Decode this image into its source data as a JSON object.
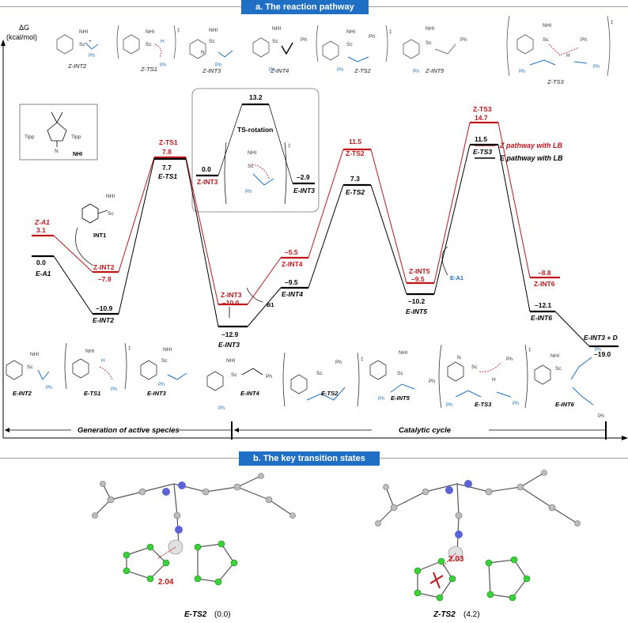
{
  "section_a": "a. The reaction pathway",
  "section_b": "b. The key transition states",
  "y_axis": {
    "line1": "ΔG",
    "line2": "(kcal/mol)"
  },
  "legend": {
    "z": "Z pathway with LB",
    "e": "E pathway with LB"
  },
  "colors": {
    "z": "#c0161a",
    "e": "#000000",
    "accent": "#1f6fc5",
    "green_atom": "#3ad13a"
  },
  "nhi_box": {
    "left": "Tipp",
    "right": "Tipp",
    "atom": "N",
    "caption": "NHI"
  },
  "inset": {
    "title": "TS-rotation",
    "top": "13.2",
    "left_val": "0.0",
    "left_name": "Z-INT3",
    "right_val": "–2.9",
    "right_name": "E-INT3"
  },
  "int1": "INT1",
  "b1": "B1",
  "ea1_arrow": "E-A1",
  "levels": {
    "za1_name": "Z-A1",
    "za1_val": "3.1",
    "ea1_val": "0.0",
    "ea1_name": "E-A1",
    "zint2_name": "Z-INT2",
    "zint2_val": "–7.9",
    "eint2_val": "–10.9",
    "eint2_name": "E-INT2",
    "zts1_name": "Z-TS1",
    "zts1_val": "7.8",
    "ets1_val": "7.7",
    "ets1_name": "E-TS1",
    "zint3_name": "Z-INT3",
    "zint3_val": "–10.0",
    "eint3_val": "–12.9",
    "eint3_name": "E-INT3",
    "zint4_val": "–5.5",
    "zint4_name": "Z-INT4",
    "eint4_val": "–9.5",
    "eint4_name": "E-INT4",
    "zts2_val": "11.5",
    "zts2_name": "Z-TS2",
    "ets2_val": "7.3",
    "ets2_name": "E-TS2",
    "zint5_name": "Z-INT5",
    "zint5_val": "–9.5",
    "eint5_val": "–10.2",
    "eint5_name": "E-INT5",
    "zts3_name": "Z-TS3",
    "zts3_val": "14.7",
    "ets3_val": "11.5",
    "ets3_name": "E-TS3",
    "zint6_val": "–8.8",
    "zint6_name": "Z-INT6",
    "eint6_val": "–12.1",
    "eint6_name": "E-INT6",
    "end_name": "E-INT3 + D",
    "end_val": "–19.0"
  },
  "top_structures": [
    "Z-INT2",
    "Z-TS1",
    "Z-INT3",
    "Z-INT4",
    "Z-TS2",
    "Z-INT5",
    "Z-TS3"
  ],
  "bottom_structures": [
    "E-INT2",
    "E-TS1",
    "E-INT3",
    "E-INT4",
    "E-TS2",
    "E-INT5",
    "E-TS3",
    "E-INT6"
  ],
  "mol_text": {
    "nhi": "NHI",
    "sc": "Sc",
    "n": "N",
    "h": "H",
    "ph": "Ph",
    "dagger": "‡",
    "plus": "+"
  },
  "phases": {
    "left": "Generation of active species",
    "right": "Catalytic cycle"
  },
  "ts_structures": [
    {
      "name": "E-TS2",
      "energy": "(0.0)",
      "distance": "2.04"
    },
    {
      "name": "Z-TS2",
      "energy": "(4.2)",
      "distance": "2.03"
    }
  ]
}
